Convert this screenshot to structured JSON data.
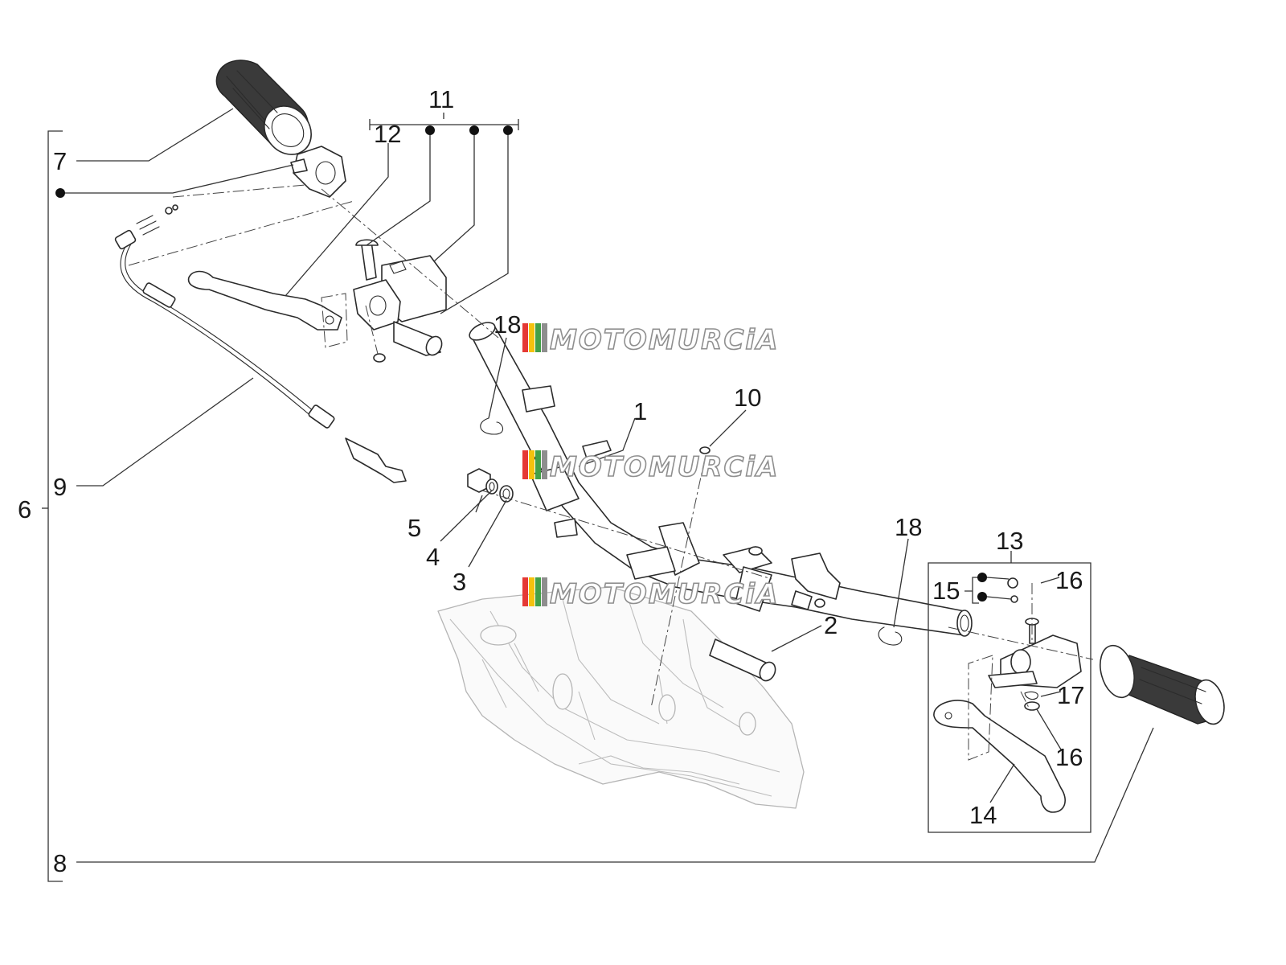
{
  "callouts": {
    "c1": "1",
    "c2": "2",
    "c3": "3",
    "c4": "4",
    "c5": "5",
    "c6": "6",
    "c7": "7",
    "c8": "8",
    "c9": "9",
    "c10": "10",
    "c11": "11",
    "c12": "12",
    "c13": "13",
    "c14": "14",
    "c15": "15",
    "c16a": "16",
    "c16b": "16",
    "c17": "17",
    "c18a": "18",
    "c18b": "18"
  },
  "watermark": {
    "text": "MOTOMURCiA",
    "stripe_colors": [
      "#e53935",
      "#f4c20d",
      "#43a047",
      "#8e8e8e"
    ]
  }
}
